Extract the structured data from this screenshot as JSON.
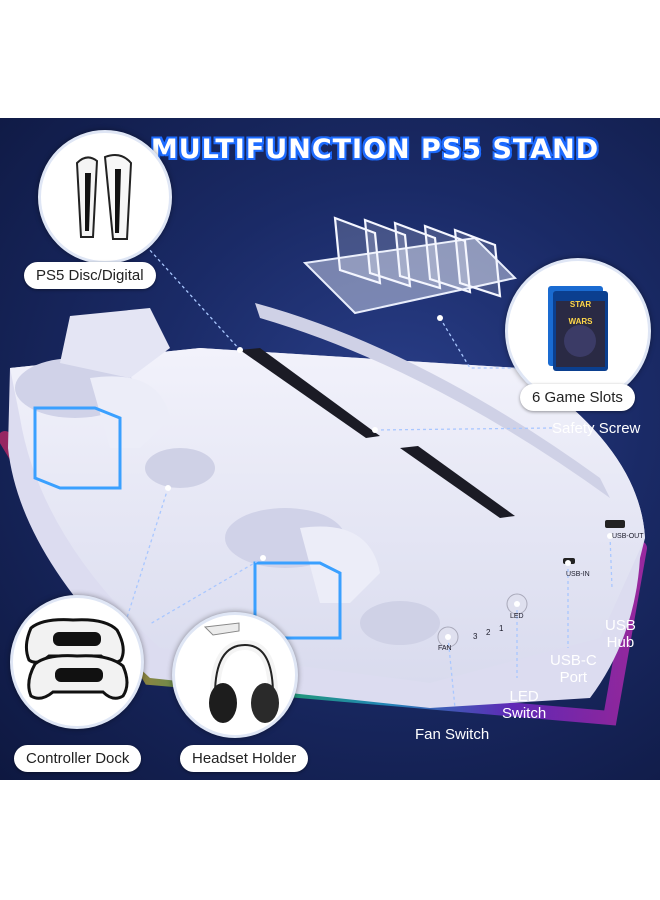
{
  "title": "MULTIFUNCTION PS5 STAND",
  "callouts": {
    "ps5": "PS5 Disc/Digital",
    "game_slots": "6 Game Slots",
    "safety_screw": "Safety Screw",
    "usb_hub": "USB\nHub",
    "usb_c": "USB-C\nPort",
    "led_switch": "LED\nSwitch",
    "fan_switch": "Fan Switch",
    "controller_dock": "Controller Dock",
    "headset_holder": "Headset Holder"
  },
  "device_markings": {
    "fan": "FAN",
    "led": "LED",
    "usb_in": "USB-IN",
    "usb_out": "USB-OUT",
    "slot_numbers": [
      "3",
      "2",
      "1"
    ]
  },
  "game_case": {
    "title": "STAR WARS"
  }
}
